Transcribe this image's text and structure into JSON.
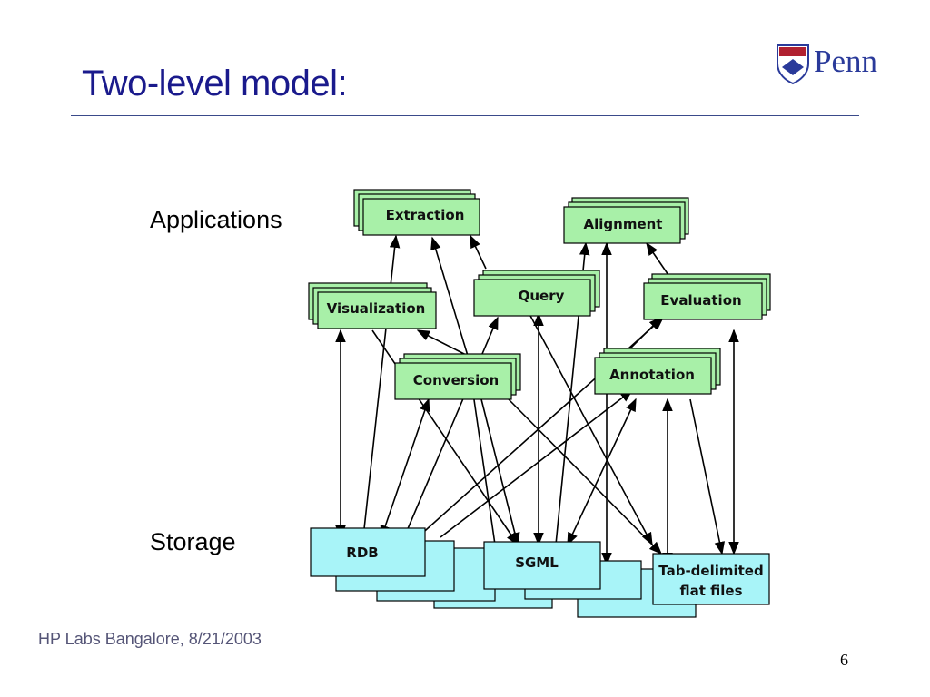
{
  "slide": {
    "title": "Two-level model:",
    "logo_text": "Penn",
    "footer": "HP Labs Bangalore, 8/21/2003",
    "page_number": "6"
  },
  "diagram": {
    "sections": {
      "applications": "Applications",
      "storage": "Storage"
    },
    "app_nodes": {
      "extraction": "Extraction",
      "alignment": "Alignment",
      "visualization": "Visualization",
      "query": "Query",
      "evaluation": "Evaluation",
      "conversion": "Conversion",
      "annotation": "Annotation"
    },
    "storage_nodes": {
      "rdb": "RDB",
      "sgml": "SGML",
      "tab_line1": "Tab-delimited",
      "tab_line2": "flat files"
    },
    "colors": {
      "app_fill": "#a8f0a8",
      "storage_fill": "#a8f4f8",
      "title": "#1a1a8c"
    }
  }
}
